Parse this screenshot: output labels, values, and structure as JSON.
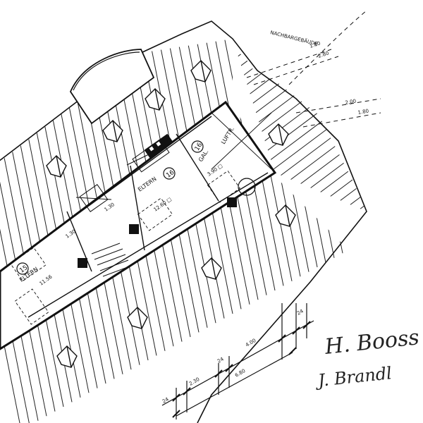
{
  "labels": {
    "neighbor": "NACHBARGEBÄUDE",
    "luftraum": "LUFTR.",
    "gal_number": "16",
    "gal_label": "GAL.",
    "gal_area": "3.90 □",
    "eltern16_label": "ELTERN",
    "eltern16_number": "16",
    "eltern16_area": "12.60 □",
    "eltern15_label": "ELTERN",
    "eltern15_number": "15",
    "eltern15_area": "11.56",
    "height_a": "1.30",
    "height_b": "1.30"
  },
  "dimensions": {
    "top_1": "1.80",
    "top_2": "2.80",
    "top_3": "2.00",
    "top_4": "1.80",
    "bottom_24a": "24",
    "bottom_230": "2.30",
    "bottom_24b": "24",
    "bottom_400": "4.00",
    "bottom_24c": "24",
    "bottom_total": "6.80"
  },
  "signatures": {
    "upper": "H. Booss",
    "lower": "J. Brandl"
  },
  "colors": {
    "ink": "#111111",
    "paper": "#ffffff"
  }
}
